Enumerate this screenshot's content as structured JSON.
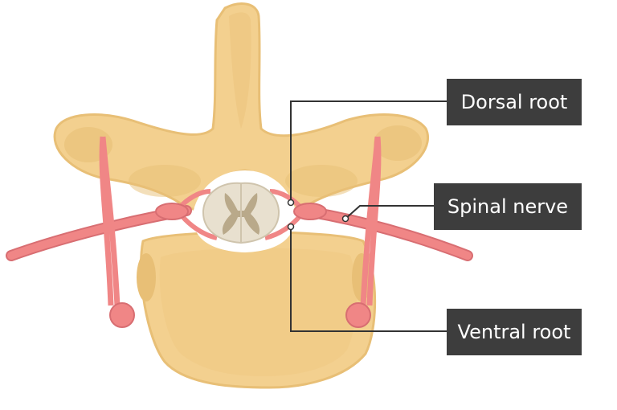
{
  "labels": {
    "dorsal_root": "Dorsal root",
    "spinal_nerve": "Spinal nerve",
    "ventral_root": "Ventral root"
  },
  "colors": {
    "bone": "#f3d08f",
    "bone_shadow": "#e8bf76",
    "nerve": "#f08686",
    "nerve_dark": "#d86e72",
    "cord": "#e8e0cf",
    "label_bg": "#3d3d3d",
    "leader_line": "#333333"
  }
}
